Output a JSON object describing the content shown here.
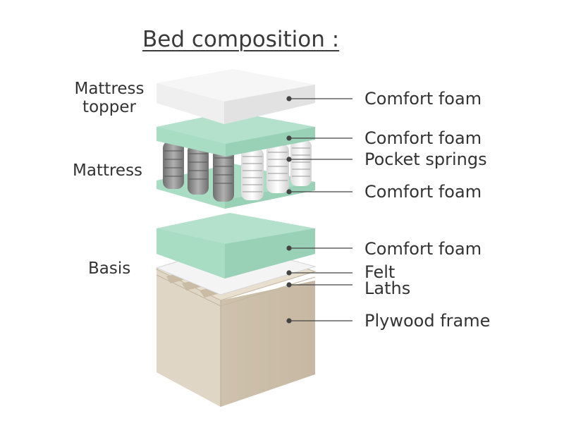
{
  "title": "Bed composition :",
  "groups": {
    "topper_line1": "Mattress",
    "topper_line2": "topper",
    "mattress": "Mattress",
    "basis": "Basis"
  },
  "parts": [
    "Comfort foam",
    "Comfort foam",
    "Pocket springs",
    "Comfort foam",
    "Comfort foam",
    "Felt",
    "Laths",
    "Plywood frame"
  ],
  "colors": {
    "foam_green": "#a8dcc3",
    "topper_white": "#f0f0f0",
    "plywood_beige": "#d9cdbb",
    "spring_gray": "#8a8a8a",
    "leader_line": "#444444"
  }
}
